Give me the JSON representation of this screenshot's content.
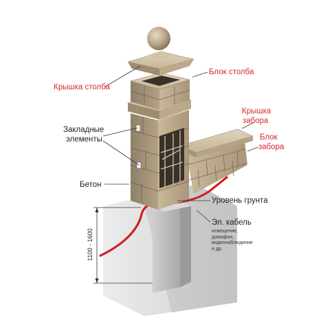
{
  "labels": {
    "post_cap": "Крышка столба",
    "post_block": "Блок столба",
    "fence_cap_line1": "Крышка",
    "fence_cap_line2": "забора",
    "fence_block_line1": "Блок",
    "fence_block_line2": "забора",
    "embedded_line1": "Закладные",
    "embedded_line2": "элементы",
    "concrete": "Бетон",
    "ground_level": "Уровень грунта",
    "cable": "Эл. кабель",
    "cable_note_line1": "освещение,",
    "cable_note_line2": "домофон,",
    "cable_note_line3": "видеонаблюдение",
    "cable_note_line4": "и др.",
    "depth": "1100 - 1600"
  },
  "colors": {
    "accent_label": "#d9262b",
    "cable": "#d01f26",
    "stone": "#b8a58a",
    "stone_dark": "#8a7a63",
    "pit": "#c9c9c9"
  }
}
